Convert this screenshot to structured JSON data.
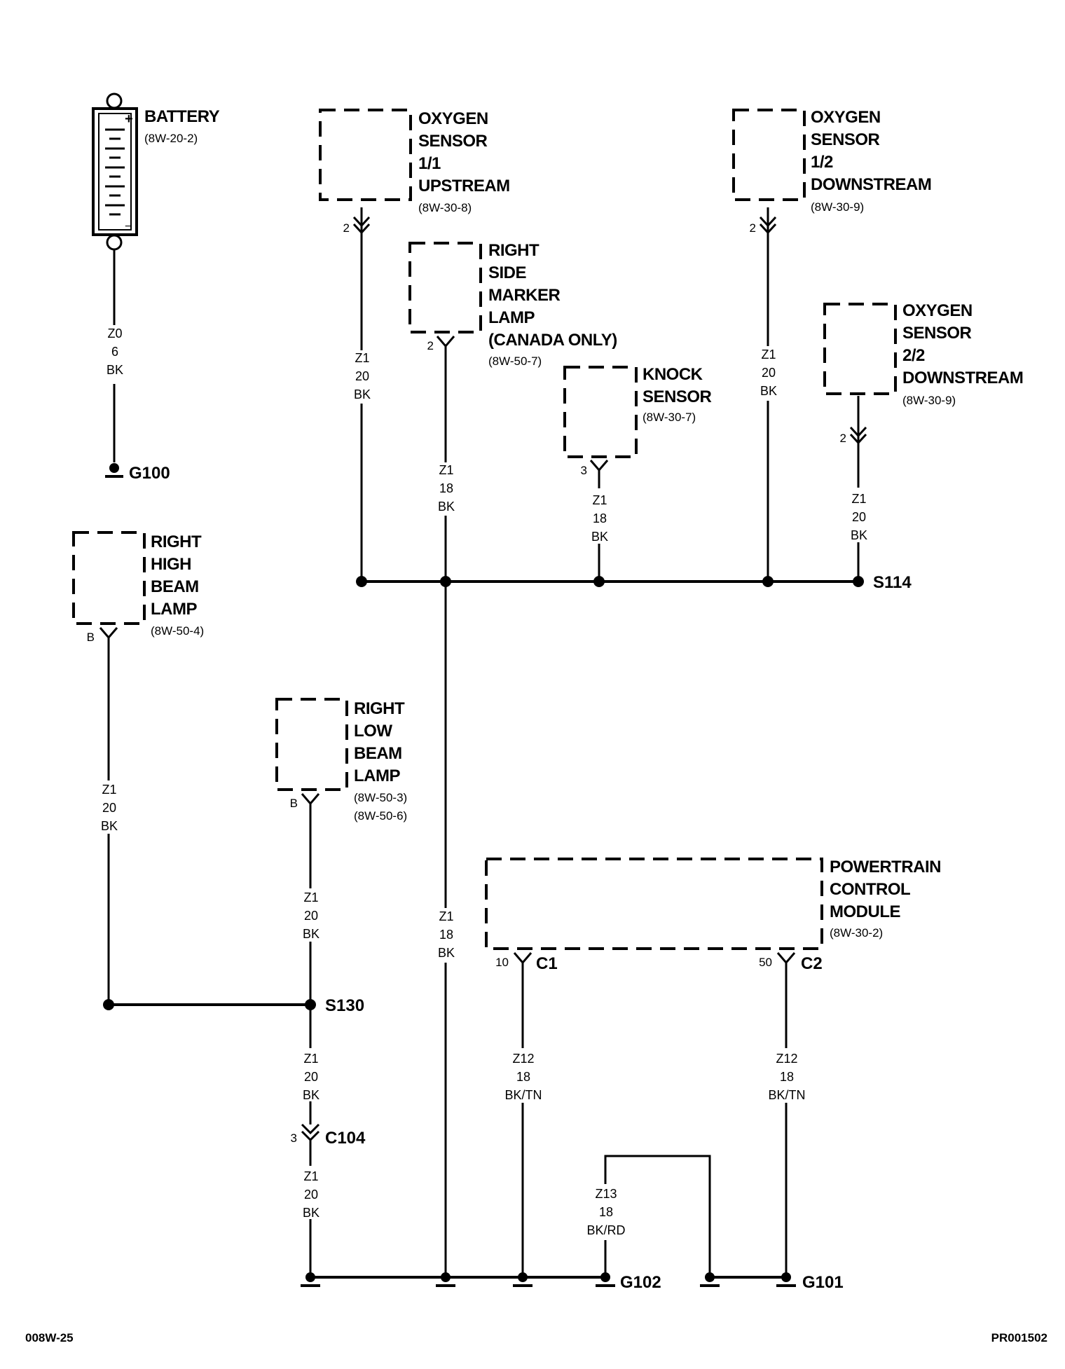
{
  "components": {
    "battery": {
      "name": "BATTERY",
      "ref": "(8W-20-2)",
      "plus": "+",
      "minus": "−"
    },
    "o2_11": {
      "l1": "OXYGEN",
      "l2": "SENSOR",
      "l3": "1/1",
      "l4": "UPSTREAM",
      "ref": "(8W-30-8)",
      "pin": "2"
    },
    "o2_12": {
      "l1": "OXYGEN",
      "l2": "SENSOR",
      "l3": "1/2",
      "l4": "DOWNSTREAM",
      "ref": "(8W-30-9)",
      "pin": "2"
    },
    "marker": {
      "l1": "RIGHT",
      "l2": "SIDE",
      "l3": "MARKER",
      "l4": "LAMP",
      "l5": "(CANADA ONLY)",
      "ref": "(8W-50-7)",
      "pin": "2"
    },
    "knock": {
      "l1": "KNOCK",
      "l2": "SENSOR",
      "ref": "(8W-30-7)",
      "pin": "3"
    },
    "o2_22": {
      "l1": "OXYGEN",
      "l2": "SENSOR",
      "l3": "2/2",
      "l4": "DOWNSTREAM",
      "ref": "(8W-30-9)",
      "pin": "2"
    },
    "high_beam": {
      "l1": "RIGHT",
      "l2": "HIGH",
      "l3": "BEAM",
      "l4": "LAMP",
      "ref": "(8W-50-4)",
      "pin": "B"
    },
    "low_beam": {
      "l1": "RIGHT",
      "l2": "LOW",
      "l3": "BEAM",
      "l4": "LAMP",
      "ref1": "(8W-50-3)",
      "ref2": "(8W-50-6)",
      "pin": "B"
    },
    "pcm": {
      "l1": "POWERTRAIN",
      "l2": "CONTROL",
      "l3": "MODULE",
      "ref": "(8W-30-2)",
      "pin1": "10",
      "conn1": "C1",
      "pin2": "50",
      "conn2": "C2"
    }
  },
  "wires": {
    "battery": {
      "circuit": "Z0",
      "gauge": "6",
      "color": "BK"
    },
    "o2_11": {
      "circuit": "Z1",
      "gauge": "20",
      "color": "BK"
    },
    "marker": {
      "circuit": "Z1",
      "gauge": "18",
      "color": "BK"
    },
    "knock": {
      "circuit": "Z1",
      "gauge": "18",
      "color": "BK"
    },
    "o2_12": {
      "circuit": "Z1",
      "gauge": "20",
      "color": "BK"
    },
    "o2_22": {
      "circuit": "Z1",
      "gauge": "20",
      "color": "BK"
    },
    "high_beam": {
      "circuit": "Z1",
      "gauge": "20",
      "color": "BK"
    },
    "low_beam": {
      "circuit": "Z1",
      "gauge": "20",
      "color": "BK"
    },
    "splice_main": {
      "circuit": "Z1",
      "gauge": "18",
      "color": "BK"
    },
    "s130_down": {
      "circuit": "Z1",
      "gauge": "20",
      "color": "BK"
    },
    "c104_down": {
      "circuit": "Z1",
      "gauge": "20",
      "color": "BK"
    },
    "pcm_c1": {
      "circuit": "Z12",
      "gauge": "18",
      "color": "BK/TN"
    },
    "pcm_c2": {
      "circuit": "Z12",
      "gauge": "18",
      "color": "BK/TN"
    },
    "ground_jumper": {
      "circuit": "Z13",
      "gauge": "18",
      "color": "BK/RD"
    }
  },
  "grounds": {
    "g100": "G100",
    "g102": "G102",
    "g101": "G101"
  },
  "splices": {
    "s114": "S114",
    "s130": "S130"
  },
  "connectors": {
    "c104": "C104",
    "c104_pin": "3"
  },
  "footer": {
    "left": "008W-25",
    "right": "PR001502"
  }
}
